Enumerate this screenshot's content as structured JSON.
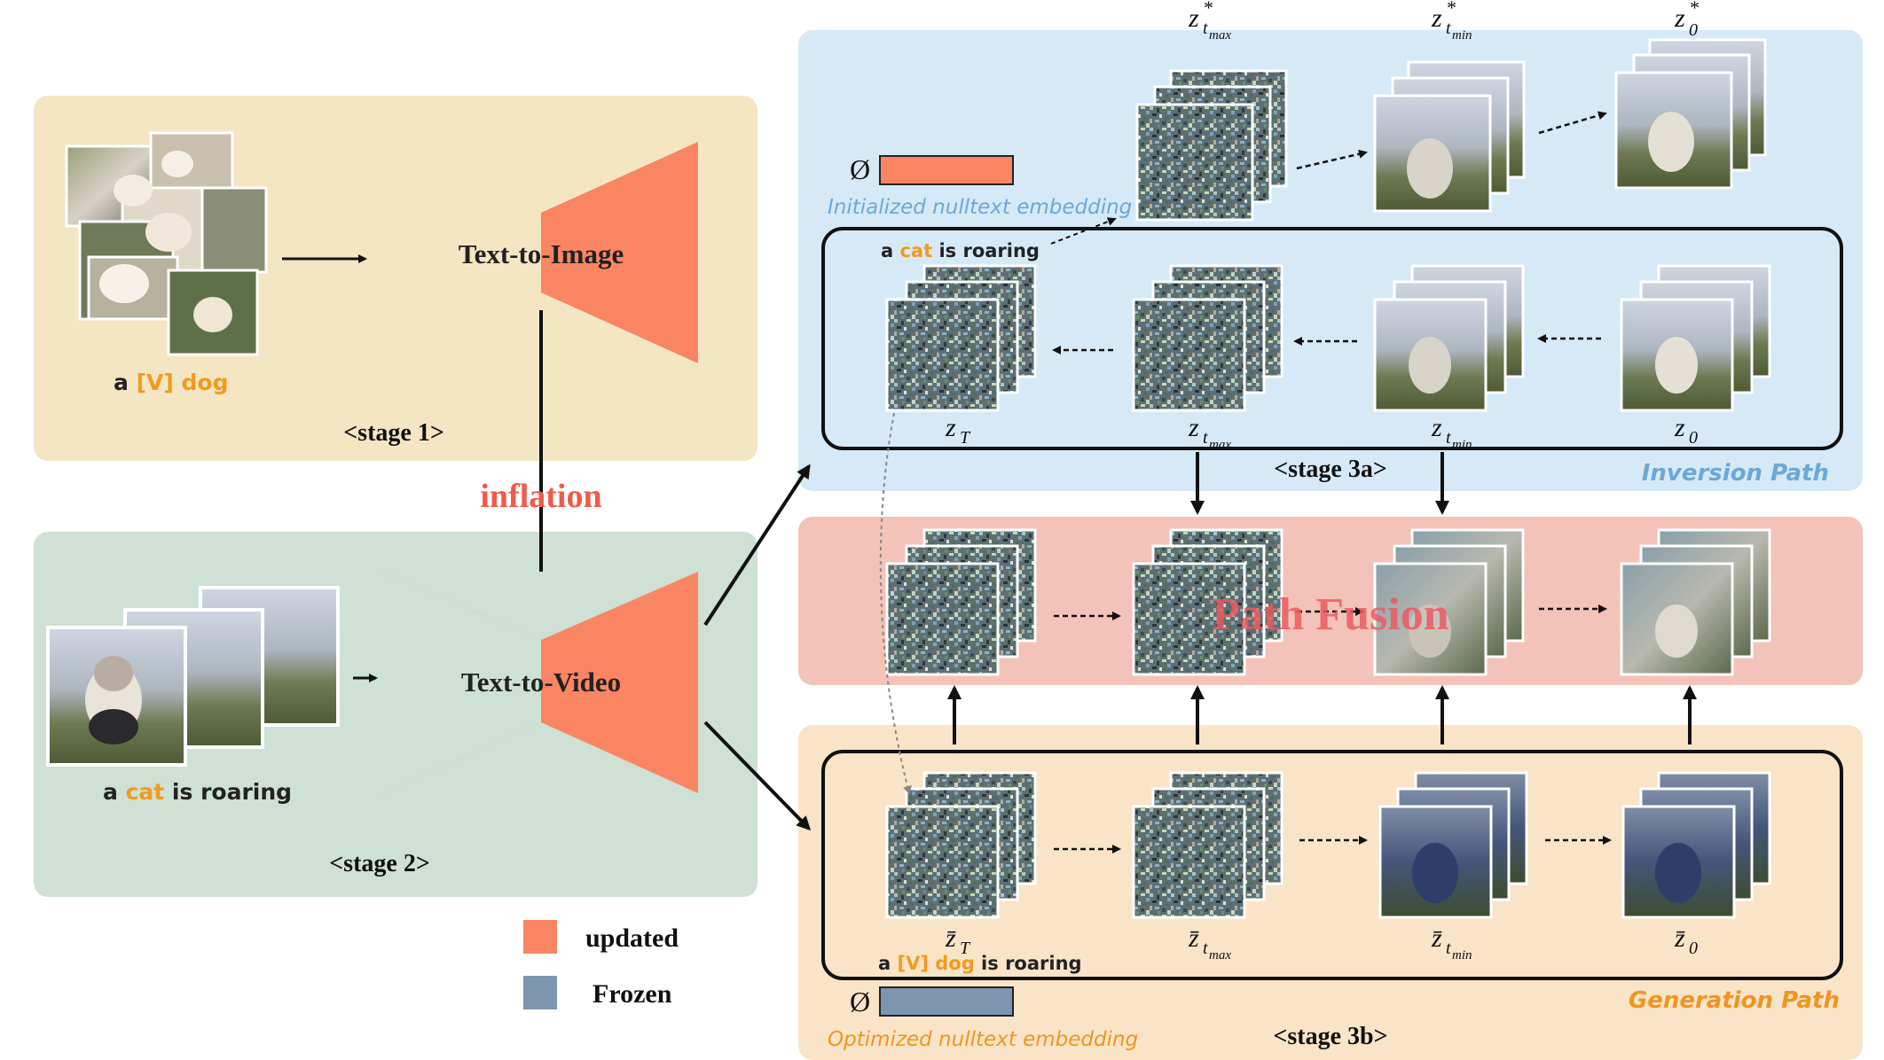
{
  "colors": {
    "stage1_bg": "#f4e6c3",
    "stage2_bg": "#cfe0d4",
    "inversion_bg": "#d6e9f6",
    "fusion_bg": "#f3c2b8",
    "generation_bg": "#f9e4c8",
    "updated": "#fa8563",
    "frozen": "#7d95ae",
    "accent_orange": "#f39a1c",
    "inflation_red": "#f05a4a",
    "path_label_blue": "#6aa8d8",
    "path_label_orange": "#f0951e"
  },
  "stage1": {
    "model_label": "Text-to-Image",
    "prompt": {
      "pre": "a ",
      "token": "[V]",
      "space": " ",
      "subject": "dog"
    },
    "label": "<stage 1>"
  },
  "inflation_label": "inflation",
  "stage2": {
    "model_label": "Text-to-Video",
    "prompt": {
      "pre": "a ",
      "subject": "cat",
      "post": " is roaring"
    },
    "label": "<stage 2>"
  },
  "legend": {
    "updated": "updated",
    "frozen": "Frozen"
  },
  "inversion": {
    "null_symbol": "Ø",
    "null_caption": "Initialized nulltext embedding",
    "prompt": {
      "pre": "a ",
      "subject": "cat",
      "post": " is roaring"
    },
    "top_labels": [
      {
        "base": "z",
        "sub": "t",
        "subsub": "max",
        "sup": "*"
      },
      {
        "base": "z",
        "sub": "t",
        "subsub": "min",
        "sup": "*"
      },
      {
        "base": "z",
        "sub": "0",
        "subsub": "",
        "sup": "*"
      }
    ],
    "row_labels": [
      {
        "base": "z",
        "sub": "T",
        "subsub": ""
      },
      {
        "base": "z",
        "sub": "t",
        "subsub": "max"
      },
      {
        "base": "z",
        "sub": "t",
        "subsub": "min"
      },
      {
        "base": "z",
        "sub": "0",
        "subsub": ""
      }
    ],
    "stage_label": "<stage 3a>",
    "path_label": "Inversion Path"
  },
  "fusion": {
    "label": "Path Fusion"
  },
  "generation": {
    "row_labels": [
      {
        "base": "z̄",
        "sub": "T",
        "subsub": ""
      },
      {
        "base": "z̄",
        "sub": "t",
        "subsub": "max"
      },
      {
        "base": "z̄",
        "sub": "t",
        "subsub": "min"
      },
      {
        "base": "z̄",
        "sub": "0",
        "subsub": ""
      }
    ],
    "prompt": {
      "pre": "a ",
      "token": "[V]",
      "space": " ",
      "subject": "dog",
      "post": " is roaring"
    },
    "null_symbol": "Ø",
    "null_caption": "Optimized nulltext embedding",
    "stage_label": "<stage 3b>",
    "path_label": "Generation Path"
  }
}
